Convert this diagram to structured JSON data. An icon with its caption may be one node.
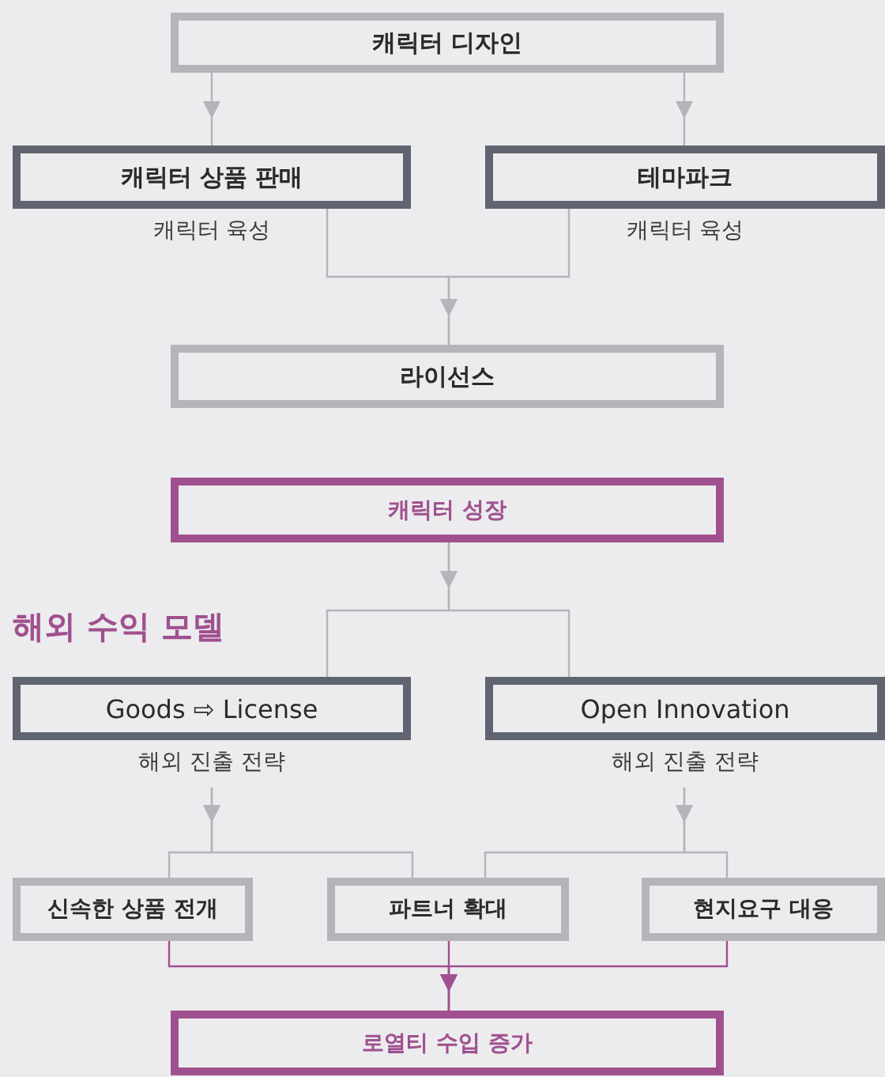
{
  "diagram": {
    "nodes": [
      {
        "text": [
          "캐릭터 디자인"
        ]
      },
      {
        "text": [
          "캐릭터 상품 판매"
        ],
        "beside": [
          "캐릭터 육성"
        ]
      },
      {
        "text": [
          "테마파크"
        ],
        "beside": [
          "캐릭터 육성"
        ]
      },
      {
        "text": [
          "라이선스"
        ]
      },
      {
        "text": [
          "캐릭터 성장"
        ]
      },
      {
        "text": [
          "Goods ⇨ License"
        ],
        "beside": [
          "해외 진출 전략"
        ]
      },
      {
        "text": [
          "Open Innovation"
        ],
        "beside": [
          "해외 진출 전략"
        ]
      },
      {
        "text": [
          "신속한 상품 전개"
        ]
      },
      {
        "text": [
          "파트너 확대"
        ]
      },
      {
        "text": [
          "현지요구 대응"
        ]
      },
      {
        "text": [
          "로열티 수입 증가"
        ]
      }
    ],
    "edges": [
      {
        "from": 0,
        "to": 1,
        "arrow": "to"
      },
      {
        "from": 0,
        "to": 2,
        "arrow": "to"
      },
      {
        "from": 1,
        "to": 3,
        "arrow": "to"
      },
      {
        "from": 2,
        "to": 3,
        "arrow": "to"
      },
      {
        "from": 4,
        "to": 5,
        "arrow": "to"
      },
      {
        "from": 4,
        "to": 6,
        "arrow": "to"
      },
      {
        "from": 5,
        "to": 7,
        "arrow": "to"
      },
      {
        "from": 5,
        "to": 8,
        "arrow": "to"
      },
      {
        "from": 6,
        "to": 8,
        "arrow": "to"
      },
      {
        "from": 6,
        "to": 9,
        "arrow": "to"
      },
      {
        "from": 7,
        "to": 10,
        "arrow": "to",
        "color": "#a0508f"
      },
      {
        "from": 8,
        "to": 10,
        "arrow": "to",
        "color": "#a0508f"
      },
      {
        "from": 9,
        "to": 10,
        "arrow": "to",
        "color": "#a0508f"
      }
    ],
    "labels": [
      "해외 수익 모델"
    ]
  }
}
